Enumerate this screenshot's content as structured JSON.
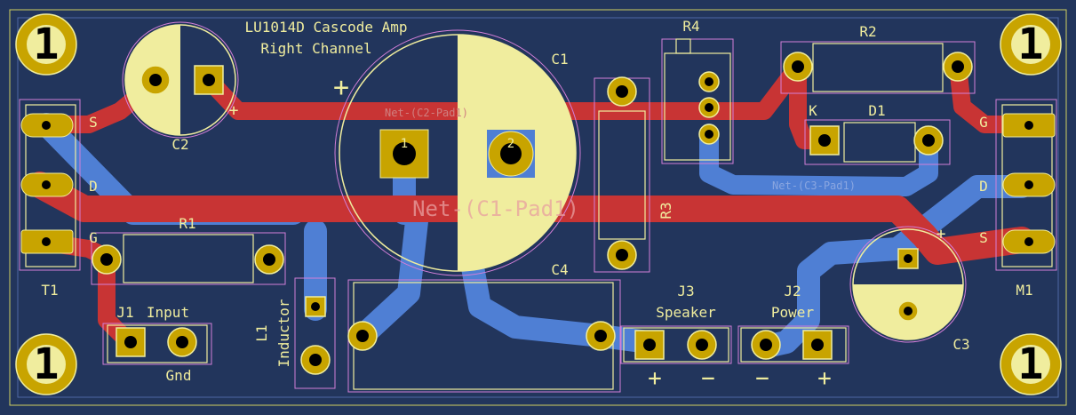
{
  "board": {
    "title_line1": "LU1014D Cascode Amp",
    "title_line2": "Right Channel",
    "colors": {
      "substrate": "#22355c",
      "copper_back": "#4f7fd4",
      "copper_front": "#c83434",
      "silk": "#f0ed9e",
      "courtyard": "#d37fd8",
      "pad": "#c8a400",
      "hole": "#000000",
      "edge": "#d0d060",
      "netlabel": "#d08080"
    }
  },
  "mounting_holes": {
    "label": "1"
  },
  "components": {
    "C1": {
      "ref": "C1",
      "pin1": "1",
      "pin2": "2",
      "polarity_mark": "+"
    },
    "C2": {
      "ref": "C2",
      "polarity_mark": "+"
    },
    "C3": {
      "ref": "C3",
      "polarity_mark": "+"
    },
    "C4": {
      "ref": "C4"
    },
    "R1": {
      "ref": "R1"
    },
    "R2": {
      "ref": "R2"
    },
    "R3": {
      "ref": "R3"
    },
    "R4": {
      "ref": "R4"
    },
    "D1": {
      "ref": "D1",
      "cathode": "K"
    },
    "L1": {
      "ref": "L1",
      "value": "Inductor"
    },
    "T1": {
      "ref": "T1",
      "pin_s": "S",
      "pin_d": "D",
      "pin_g": "G"
    },
    "M1": {
      "ref": "M1",
      "pin_g": "G",
      "pin_d": "D",
      "pin_s": "S"
    },
    "J1": {
      "ref": "J1",
      "value": "Input",
      "pin_label": "Gnd"
    },
    "J2": {
      "ref": "J2",
      "value": "Power",
      "minus": "−",
      "plus": "+"
    },
    "J3": {
      "ref": "J3",
      "value": "Speaker",
      "plus": "+",
      "minus": "−"
    }
  },
  "net_labels": {
    "c2_pad1": "Net-(C2-Pad1)",
    "c3_pad1": "Net-(C3-Pad1)",
    "big_net": "Net-(C1-Pad1)"
  }
}
